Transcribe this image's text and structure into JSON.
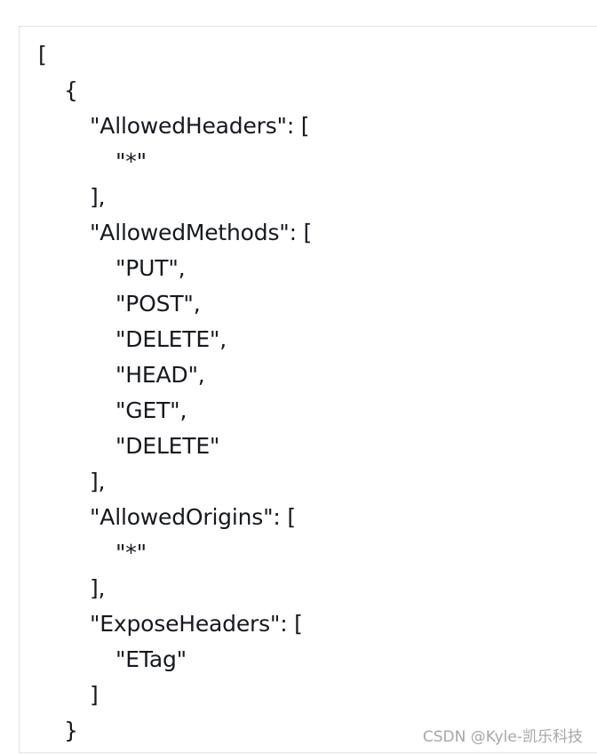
{
  "code_block": {
    "lines": [
      {
        "text": "[",
        "indent": 0
      },
      {
        "text": "{",
        "indent": 1
      },
      {
        "text": "\"AllowedHeaders\": [",
        "indent": 2
      },
      {
        "text": "\"*\"",
        "indent": 3
      },
      {
        "text": "],",
        "indent": 2
      },
      {
        "text": "\"AllowedMethods\": [",
        "indent": 2
      },
      {
        "text": "\"PUT\",",
        "indent": 3
      },
      {
        "text": "\"POST\",",
        "indent": 3
      },
      {
        "text": "\"DELETE\",",
        "indent": 3
      },
      {
        "text": "\"HEAD\",",
        "indent": 3
      },
      {
        "text": "\"GET\",",
        "indent": 3
      },
      {
        "text": "\"DELETE\"",
        "indent": 3
      },
      {
        "text": "],",
        "indent": 2
      },
      {
        "text": "\"AllowedOrigins\": [",
        "indent": 2
      },
      {
        "text": "\"*\"",
        "indent": 3
      },
      {
        "text": "],",
        "indent": 2
      },
      {
        "text": "\"ExposeHeaders\": [",
        "indent": 2
      },
      {
        "text": "\"ETag\"",
        "indent": 3
      },
      {
        "text": "]",
        "indent": 2
      },
      {
        "text": "}",
        "indent": 1
      }
    ]
  },
  "watermark": "CSDN @Kyle-凯乐科技",
  "colors": {
    "code_text": "#16191f",
    "panel_border": "#e3e3e3",
    "watermark": "#a7a7a7"
  }
}
